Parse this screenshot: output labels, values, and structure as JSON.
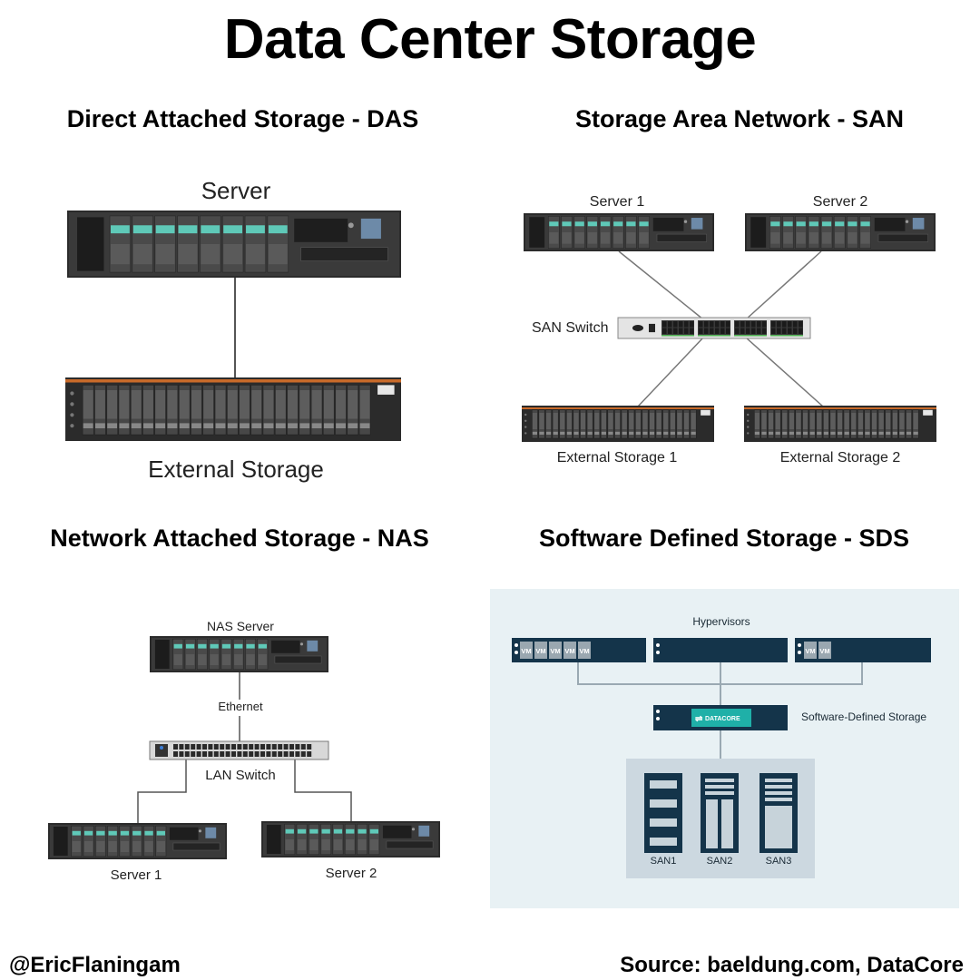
{
  "title": "Data Center Storage",
  "das": {
    "title": "Direct Attached Storage - DAS",
    "server_label": "Server",
    "storage_label": "External Storage"
  },
  "san": {
    "title": "Storage Area Network - SAN",
    "server1_label": "Server 1",
    "server2_label": "Server 2",
    "switch_label": "SAN Switch",
    "storage1_label": "External Storage 1",
    "storage2_label": "External Storage 2"
  },
  "nas": {
    "title": "Network Attached Storage - NAS",
    "nas_server_label": "NAS Server",
    "ethernet_label": "Ethernet",
    "switch_label": "LAN Switch",
    "server1_label": "Server 1",
    "server2_label": "Server 2"
  },
  "sds": {
    "title": "Software Defined Storage - SDS",
    "hypervisors_label": "Hypervisors",
    "vm_label": "VM",
    "datacore_label": "DATACORE",
    "sds_label": "Software-Defined Storage",
    "san_labels": [
      "SAN1",
      "SAN2",
      "SAN3"
    ]
  },
  "footer": {
    "author": "@EricFlaningam",
    "source": "Source: baeldung.com, DataCore"
  },
  "colors": {
    "rack_dark": "#2b2b2b",
    "drive_teal": "#5fc9b8",
    "sds_background": "#e8f1f4",
    "sds_navy": "#14344a",
    "sds_teal": "#1fb0a8"
  }
}
